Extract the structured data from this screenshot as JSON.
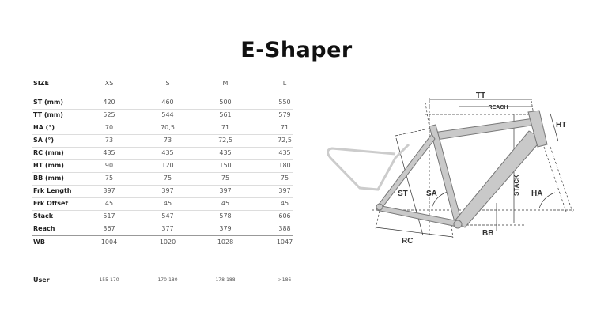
{
  "title": "E-Shaper",
  "table": {
    "header": {
      "label": "SIZE",
      "values": [
        "XS",
        "S",
        "M",
        "L"
      ]
    },
    "rows": [
      {
        "label": "ST (mm)",
        "values": [
          "420",
          "460",
          "500",
          "550"
        ]
      },
      {
        "label": "TT (mm)",
        "values": [
          "525",
          "544",
          "561",
          "579"
        ]
      },
      {
        "label": "HA (°)",
        "values": [
          "70",
          "70,5",
          "71",
          "71"
        ]
      },
      {
        "label": "SA (°)",
        "values": [
          "73",
          "73",
          "72,5",
          "72,5"
        ]
      },
      {
        "label": "RC (mm)",
        "values": [
          "435",
          "435",
          "435",
          "435"
        ]
      },
      {
        "label": "HT (mm)",
        "values": [
          "90",
          "120",
          "150",
          "180"
        ]
      },
      {
        "label": "BB (mm)",
        "values": [
          "75",
          "75",
          "75",
          "75"
        ]
      },
      {
        "label": "Frk Length",
        "values": [
          "397",
          "397",
          "397",
          "397"
        ]
      },
      {
        "label": "Frk Offset",
        "values": [
          "45",
          "45",
          "45",
          "45"
        ]
      },
      {
        "label": "Stack",
        "values": [
          "517",
          "547",
          "578",
          "606"
        ]
      },
      {
        "label": "Reach",
        "values": [
          "367",
          "377",
          "379",
          "388"
        ]
      },
      {
        "label": "WB",
        "values": [
          "1004",
          "1020",
          "1028",
          "1047"
        ]
      }
    ],
    "user": {
      "label": "User",
      "values": [
        "155-170",
        "170-180",
        "178-188",
        ">186"
      ]
    }
  },
  "diagram": {
    "tt": "TT",
    "reach": "REACH",
    "ht": "HT",
    "st": "ST",
    "sa": "SA",
    "stack": "STACK",
    "ha": "HA",
    "bb": "BB",
    "rc": "RC"
  }
}
